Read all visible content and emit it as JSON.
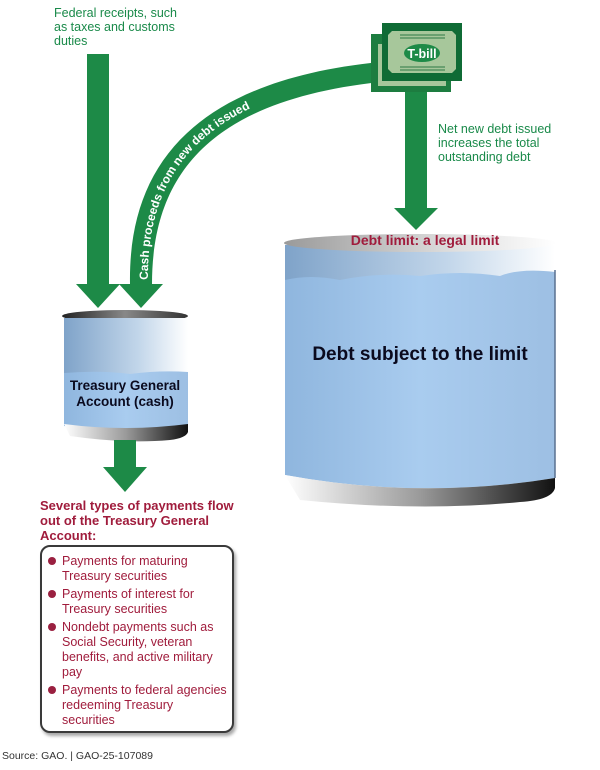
{
  "labels": {
    "federal_receipts": "Federal receipts, such as taxes and customs duties",
    "cash_proceeds": "Cash proceeds from new debt issued",
    "tbill": "T-bill",
    "net_new_debt": "Net new debt issued increases the total outstanding debt",
    "debt_limit": "Debt limit: a legal limit",
    "debt_subject": "Debt subject to the limit",
    "tga": "Treasury General Account (cash)"
  },
  "payments": {
    "heading": "Several types of payments flow out of the Treasury General Account:",
    "items": [
      "Payments for maturing Treasury securities",
      "Payments of interest for Treasury securities",
      "Nondebt payments such as Social Security, veteran benefits, and active military pay",
      "Payments to federal agencies redeeming Treasury securities"
    ]
  },
  "source": "Source: GAO.  |  GAO-25-107089",
  "colors": {
    "arrow_green": "#1d8a47",
    "dark_green": "#0f6b35",
    "maroon": "#a01c3c",
    "water_blue": "#a9ccef"
  }
}
